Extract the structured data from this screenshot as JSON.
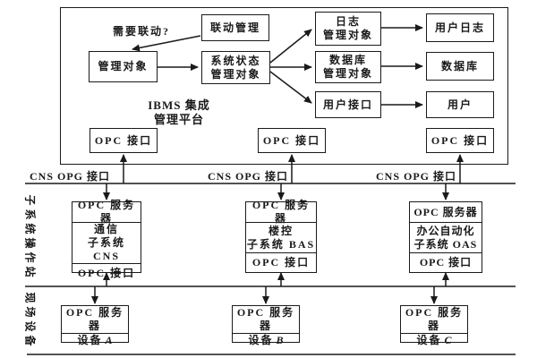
{
  "platform": {
    "title_line1": "IBMS 集成",
    "title_line2": "管理平台",
    "question": "需要联动?",
    "boxes": {
      "linkage": "联动管理",
      "manage_obj": "管理对象",
      "sys_status_l1": "系统状态",
      "sys_status_l2": "管理对象",
      "log_l1": "日志",
      "log_l2": "管理对象",
      "db_l1": "数据库",
      "db_l2": "管理对象",
      "user_if": "用户接口",
      "user_log": "用户日志",
      "database": "数据库",
      "user": "用户",
      "opc_if": "OPC 接口"
    }
  },
  "bus": {
    "label": "CNS OPG 接口"
  },
  "stations": [
    {
      "server": "OPC 服务器",
      "name_l1": "通信",
      "name_l2": "子系统 CNS",
      "interface": "OPC 接口"
    },
    {
      "server": "OPC 服务器",
      "name_l1": "楼控",
      "name_l2": "子系统 BAS",
      "interface": "OPC 接口"
    },
    {
      "server": "OPC 服务器",
      "name_l1": "办公自动化",
      "name_l2": "子系统 OAS",
      "interface": "OPC 接口"
    }
  ],
  "devices": [
    {
      "server": "OPC 服务器",
      "prefix": "设备",
      "letter": "A"
    },
    {
      "server": "OPC 服务器",
      "prefix": "设备",
      "letter": "B"
    },
    {
      "server": "OPC 服务器",
      "prefix": "设备",
      "letter": "C"
    }
  ],
  "side_labels": {
    "stations": "子系统操作站",
    "devices": "现场设备"
  },
  "colors": {
    "line": "#1a1a1a",
    "background": "#ffffff"
  }
}
